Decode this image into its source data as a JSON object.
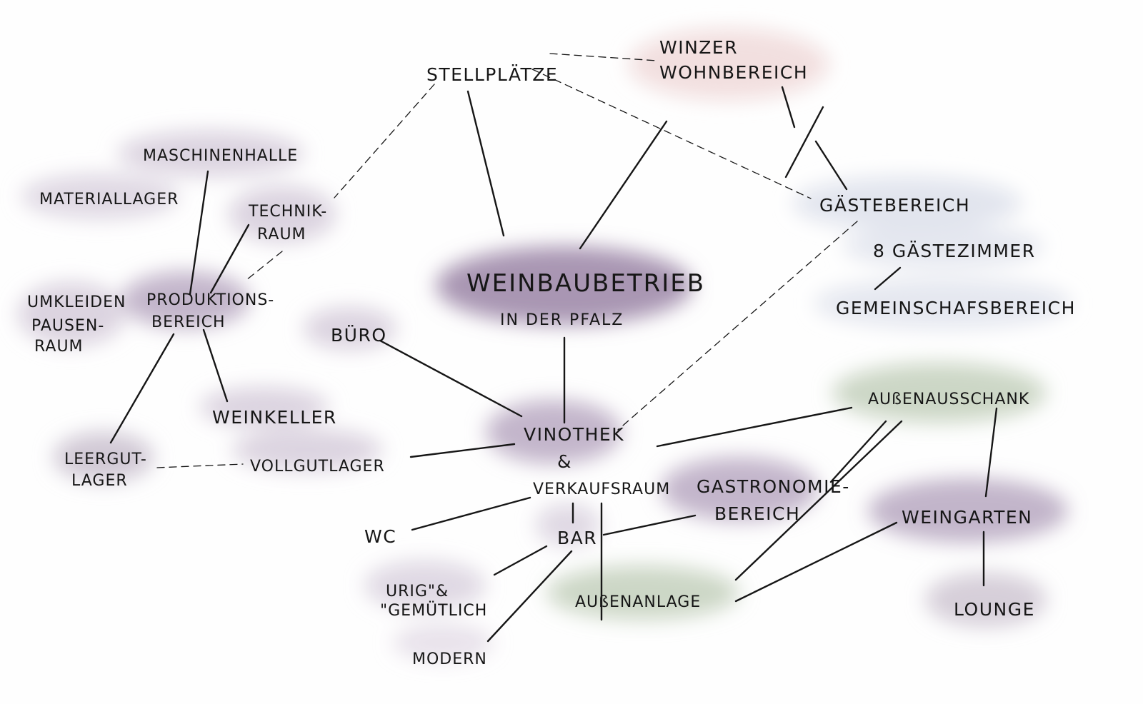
{
  "palette": {
    "ink": "#161616",
    "purple_dark": "#9a84a6",
    "purple": "#b9a9c2",
    "purple_light": "#d8cfdd",
    "grey_purple": "#ccc3d0",
    "blue_grey": "#dfe2ec",
    "pink": "#f1dcdb",
    "green": "#c7d3c0"
  },
  "nodes": {
    "weinbaubetrieb_line1": "WEINBAUBETRIEB",
    "weinbaubetrieb_line2": "IN DER PFALZ",
    "stellplaetze": "STELLPLÄTZE",
    "winzer_line1": "WINZER",
    "winzer_line2": "WOHNBEREICH",
    "gaestebereich": "GÄSTEBEREICH",
    "gaestezimmer": "8 GÄSTEZIMMER",
    "gemeinschaftsbereich": "GEMEINSCHAFSBEREICH",
    "maschinenhalle": "MASCHINENHALLE",
    "materiallager": "MATERIALLAGER",
    "technik_line1": "TECHNIK-",
    "technik_line2": "RAUM",
    "umkleiden_line1": "UMKLEIDEN",
    "umkleiden_line2": "PAUSEN-",
    "umkleiden_line3": "RAUM",
    "produktion_line1": "PRODUKTIONS-",
    "produktion_line2": "BEREICH",
    "weinkeller": "WEINKELLER",
    "leergut_line1": "LEERGUT-",
    "leergut_line2": "LAGER",
    "vollgutlager": "VOLLGUTLAGER",
    "buero": "BÜRO",
    "vinothek_line1": "VINOTHEK",
    "vinothek_line2": "&",
    "vinothek_line3": "VERKAUFSRAUM",
    "wc": "WC",
    "bar": "BAR",
    "urig_line1": "URIG\"&",
    "urig_line2": "\"GEMÜTLICH",
    "modern": "MODERN",
    "aussenanlage": "AUßENANLAGE",
    "gastronomie_line1": "GASTRONOMIE-",
    "gastronomie_line2": "BEREICH",
    "aussenausschank": "AUßENAUSSCHANK",
    "weingarten": "WEINGARTEN",
    "lounge": "LOUNGE"
  }
}
